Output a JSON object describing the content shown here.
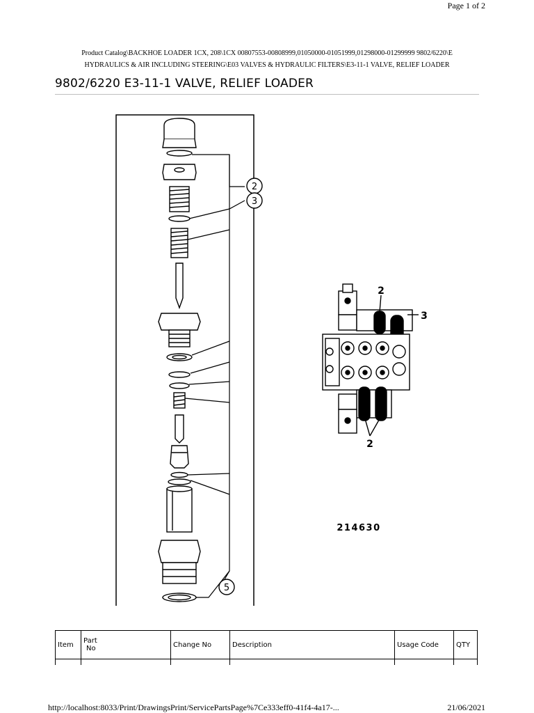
{
  "page": {
    "page_label": "Page 1 of 2"
  },
  "breadcrumb": {
    "line1": "Product Catalog\\BACKHOE LOADER 1CX, 208\\1CX 00807553-00808999,01050000-01051999,01298000-01299999 9802/6220\\E",
    "line2": "HYDRAULICS & AIR INCLUDING STEERING\\E03 VALVES & HYDRAULIC FILTERS\\E3-11-1 VALVE, RELIEF LOADER"
  },
  "title": "9802/6220 E3-11-1 VALVE, RELIEF LOADER",
  "drawing": {
    "callouts": {
      "c2": "2",
      "c3": "3",
      "c5": "5"
    },
    "inset_labels": {
      "top2": "2",
      "right3": "3",
      "bottom2": "2"
    },
    "drawing_number": "214630"
  },
  "table": {
    "headers": {
      "item": "Item",
      "part_no_line1": "Part",
      "part_no_line2": "No",
      "change_no": "Change No",
      "description": "Description",
      "usage_code": "Usage Code",
      "qty": "QTY"
    }
  },
  "footer": {
    "url": "http://localhost:8033/Print/DrawingsPrint/ServicePartsPage%7Ce333eff0-41f4-4a17-...",
    "date": "21/06/2021"
  }
}
